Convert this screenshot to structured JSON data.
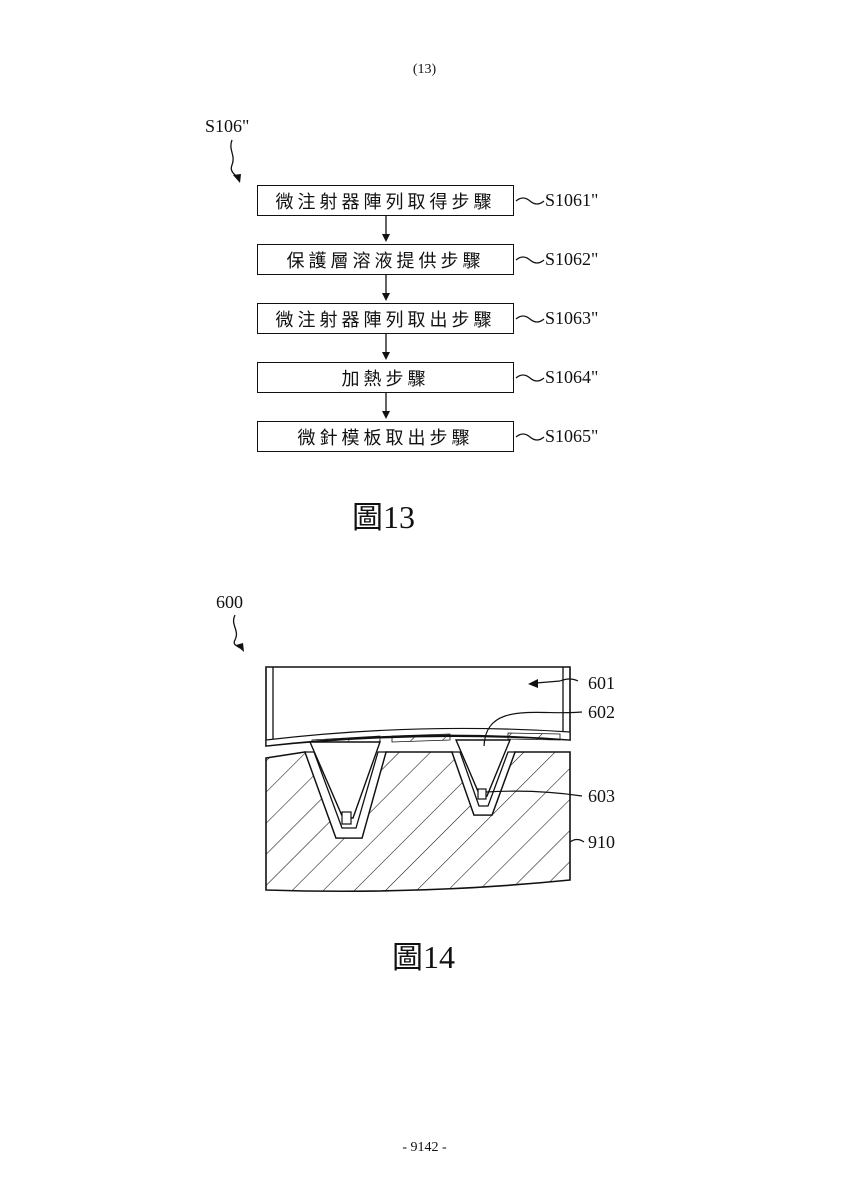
{
  "header": {
    "page_number": "(13)"
  },
  "figure13": {
    "ref": "S106\"",
    "steps": [
      {
        "text": "微注射器陣列取得步驟",
        "label": "S1061\""
      },
      {
        "text": "保護層溶液提供步驟",
        "label": "S1062\""
      },
      {
        "text": "微注射器陣列取出步驟",
        "label": "S1063\""
      },
      {
        "text": "加熱步驟",
        "label": "S1064\""
      },
      {
        "text": "微針模板取出步驟",
        "label": "S1065\""
      }
    ],
    "caption_prefix": "圖",
    "caption_number": "13"
  },
  "figure14": {
    "ref": "600",
    "labels": {
      "l601": "601",
      "l602": "602",
      "l603": "603",
      "l910": "910"
    },
    "caption_prefix": "圖",
    "caption_number": "14"
  },
  "footer": {
    "page_number": "- 9142 -"
  }
}
